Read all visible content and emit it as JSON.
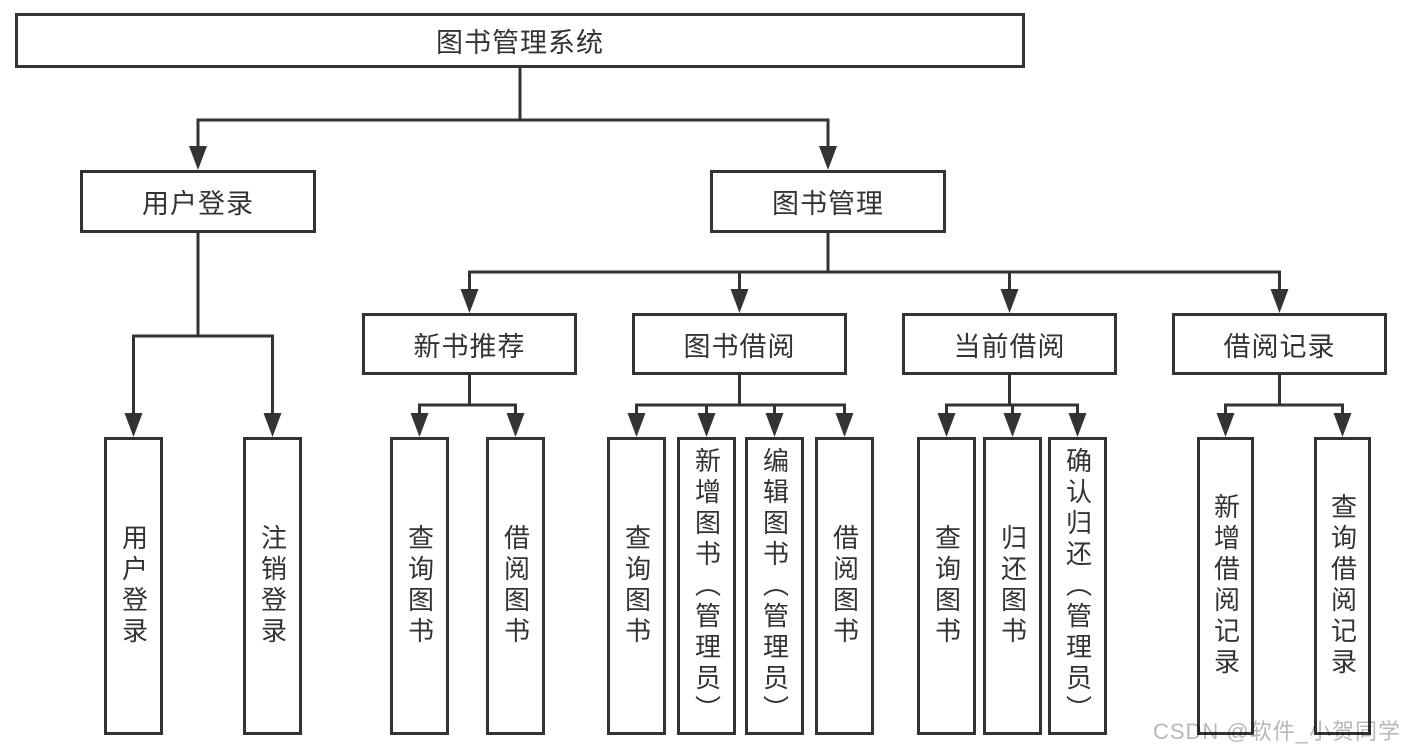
{
  "title": "图书管理系统",
  "nodes": {
    "root": "图书管理系统",
    "user_login": "用户登录",
    "book_management": "图书管理",
    "new_book_recommend": "新书推荐",
    "book_borrowing": "图书借阅",
    "current_borrowing": "当前借阅",
    "borrowing_records": "借阅记录",
    "leaves": {
      "user_login": "用户登录",
      "logout": "注销登录",
      "recommend_query_books": "查询图书",
      "recommend_borrow_books": "借阅图书",
      "borrowing_query_books": "查询图书",
      "borrowing_add_books": "新增图书（管理员）",
      "borrowing_edit_books": "编辑图书（管理员）",
      "borrowing_borrow_books": "借阅图书",
      "current_query_books": "查询图书",
      "current_return_books": "归还图书",
      "current_confirm_return": "确认归还（管理员）",
      "records_add_record": "新增借阅记录",
      "records_query_record": "查询借阅记录"
    }
  },
  "watermark": "CSDN @软件_小贺同学",
  "colors": {
    "line": "#333333",
    "box_border": "#333333",
    "text": "#333333",
    "background": "#ffffff",
    "watermark": "#b8b8b8"
  }
}
